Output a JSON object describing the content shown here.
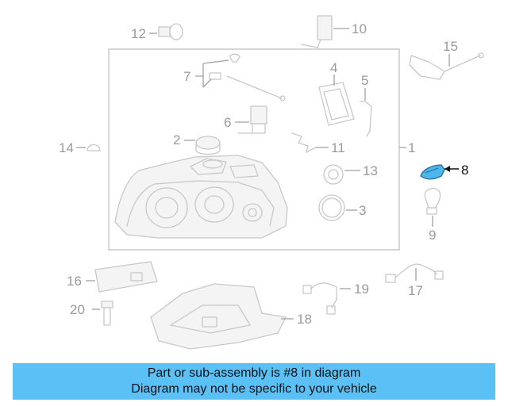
{
  "diagram": {
    "callouts": [
      {
        "label": "1"
      },
      {
        "label": "2"
      },
      {
        "label": "3"
      },
      {
        "label": "4"
      },
      {
        "label": "5"
      },
      {
        "label": "6"
      },
      {
        "label": "7"
      },
      {
        "label": "8"
      },
      {
        "label": "9"
      },
      {
        "label": "10"
      },
      {
        "label": "11"
      },
      {
        "label": "12"
      },
      {
        "label": "13"
      },
      {
        "label": "14"
      },
      {
        "label": "15"
      },
      {
        "label": "16"
      },
      {
        "label": "17"
      },
      {
        "label": "18"
      },
      {
        "label": "19"
      },
      {
        "label": "20"
      }
    ],
    "highlighted_part": "8",
    "colors": {
      "banner_background": "#5bc0f5",
      "highlight_part": "#4fb6ea",
      "part_line": "#c8c8c8",
      "callout_text": "#9a9a9a"
    }
  },
  "banner": {
    "line1": "Part or sub-assembly is #8 in diagram",
    "line2": "Diagram may not be specific to your vehicle"
  }
}
